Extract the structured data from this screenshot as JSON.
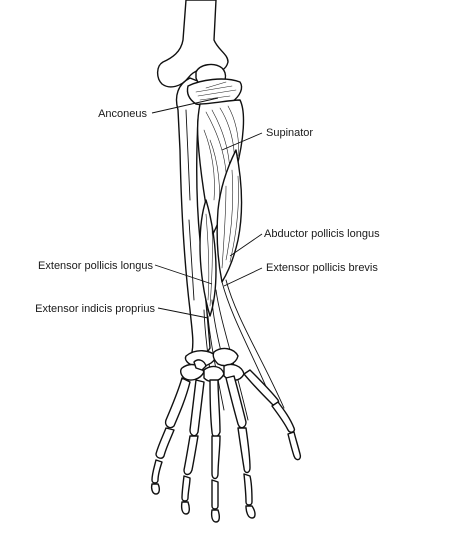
{
  "labels": {
    "anconeus": "Anconeus",
    "supinator": "Supinator",
    "abductor_pollicis_longus": "Abductor pollicis longus",
    "extensor_pollicis_longus": "Extensor pollicis longus",
    "extensor_pollicis_brevis": "Extensor pollicis brevis",
    "extensor_indicis_proprius": "Extensor indicis proprius"
  }
}
